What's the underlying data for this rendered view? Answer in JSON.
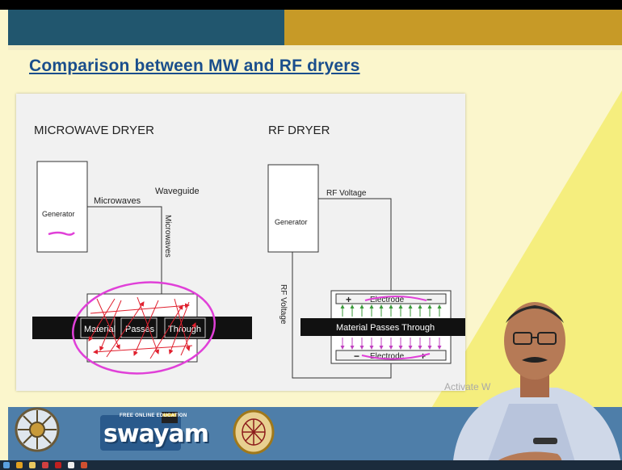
{
  "slide": {
    "title": "Comparison between MW and RF dryers",
    "colors": {
      "blue_bar": "#21566e",
      "gold_bar": "#c79a27",
      "background": "#fbf6cc",
      "title": "#1a4e8c",
      "annotation": "#e040d8",
      "arrows": "#e0202e"
    }
  },
  "mw": {
    "heading": "MICROWAVE DRYER",
    "generator": "Generator",
    "microwaves_h": "Microwaves",
    "waveguide": "Waveguide",
    "microwaves_v": "Microwaves",
    "material": "Material",
    "passes": "Passes",
    "through": "Through"
  },
  "rf": {
    "heading": "RF DRYER",
    "generator": "Generator",
    "rf_voltage_top": "RF Voltage",
    "rf_voltage_side": "RF Voltage",
    "electrode_top": "Electrode",
    "electrode_bottom": "Electrode",
    "material_passes": "Material Passes Through"
  },
  "watermark": "Activate W",
  "footer": {
    "swayam_tagline": "FREE ONLINE EDUCATION",
    "swayam": "swayam",
    "icons": [
      "iit-logo-icon",
      "swayam-logo-icon",
      "nptel-logo-icon"
    ]
  }
}
